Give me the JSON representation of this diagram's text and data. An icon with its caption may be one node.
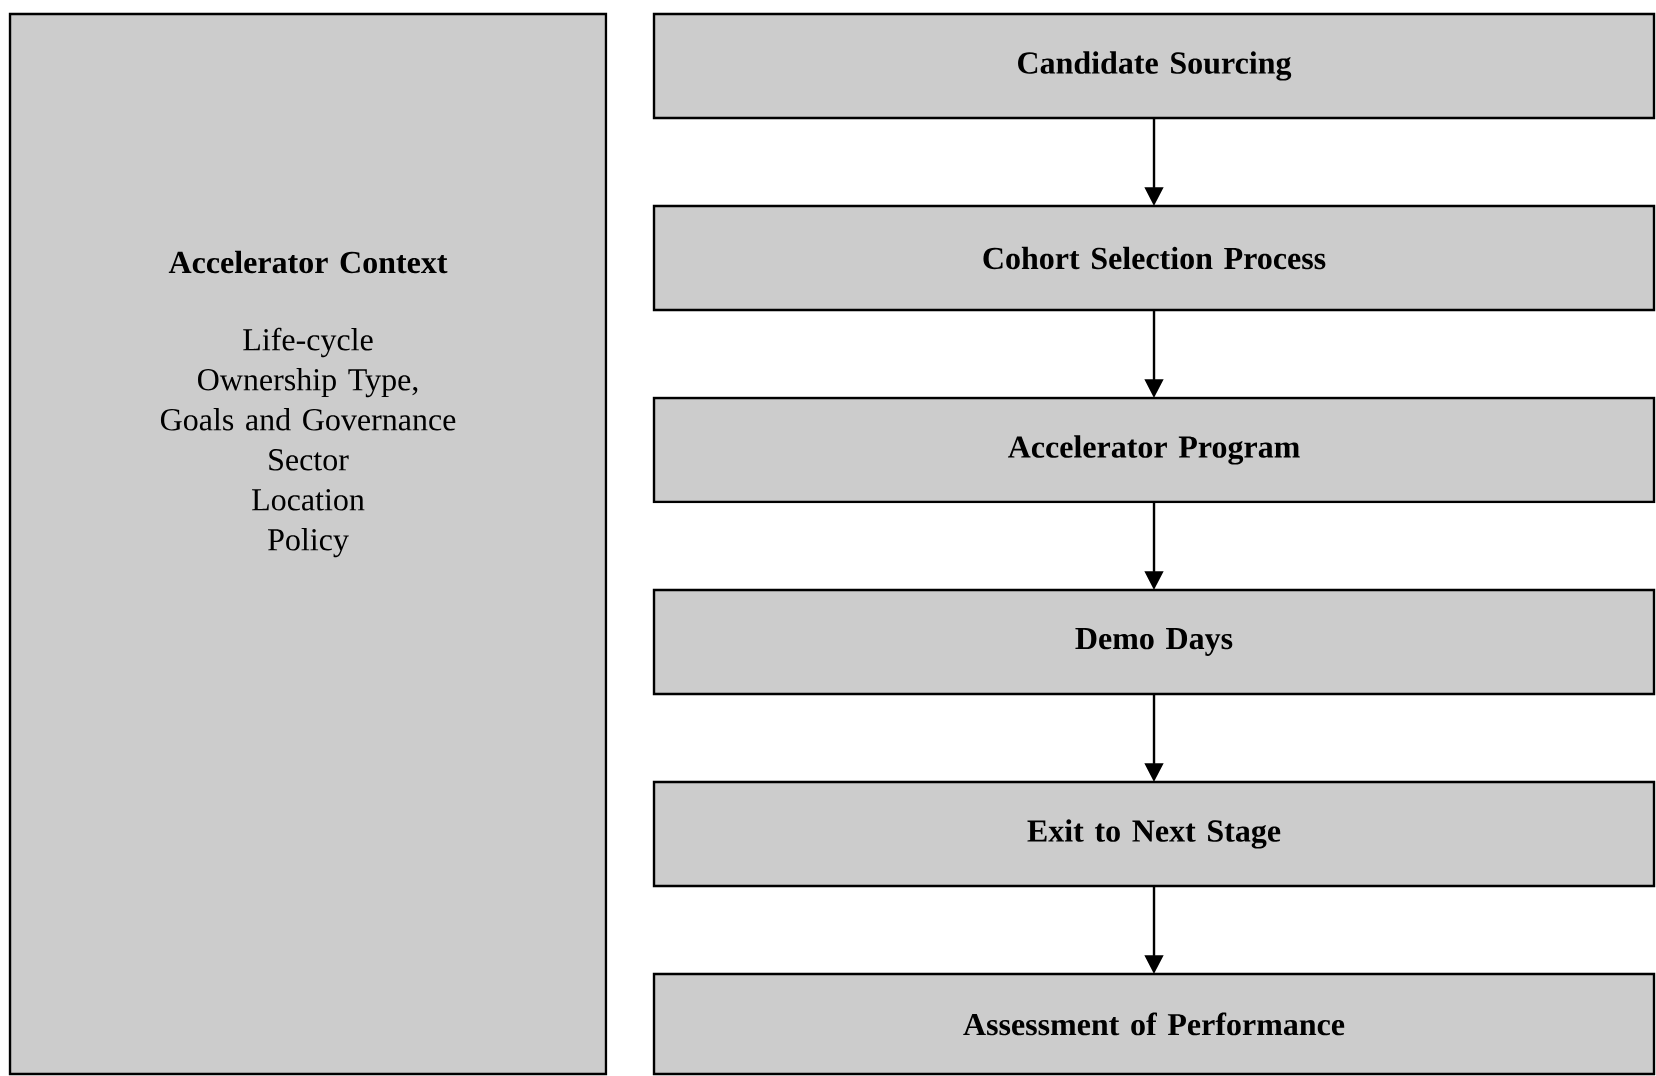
{
  "diagram": {
    "nodes": [
      {
        "text": [
          "Accelerator Context",
          "Life-cycle",
          "Ownership Type, Goals and Governance",
          "Sector",
          "Location",
          "Policy"
        ]
      },
      {
        "text": [
          "Candidate Sourcing"
        ]
      },
      {
        "text": [
          "Cohort Selection Process"
        ]
      },
      {
        "text": [
          "Accelerator Program"
        ]
      },
      {
        "text": [
          "Demo Days"
        ]
      },
      {
        "text": [
          "Exit to Next Stage"
        ]
      },
      {
        "text": [
          "Assessment of Performance"
        ]
      }
    ],
    "edges": [
      {
        "from": 1,
        "to": 2,
        "arrow": "to"
      },
      {
        "from": 2,
        "to": 3,
        "arrow": "to"
      },
      {
        "from": 3,
        "to": 4,
        "arrow": "to"
      },
      {
        "from": 4,
        "to": 5,
        "arrow": "to"
      },
      {
        "from": 5,
        "to": 6,
        "arrow": "to"
      }
    ]
  }
}
